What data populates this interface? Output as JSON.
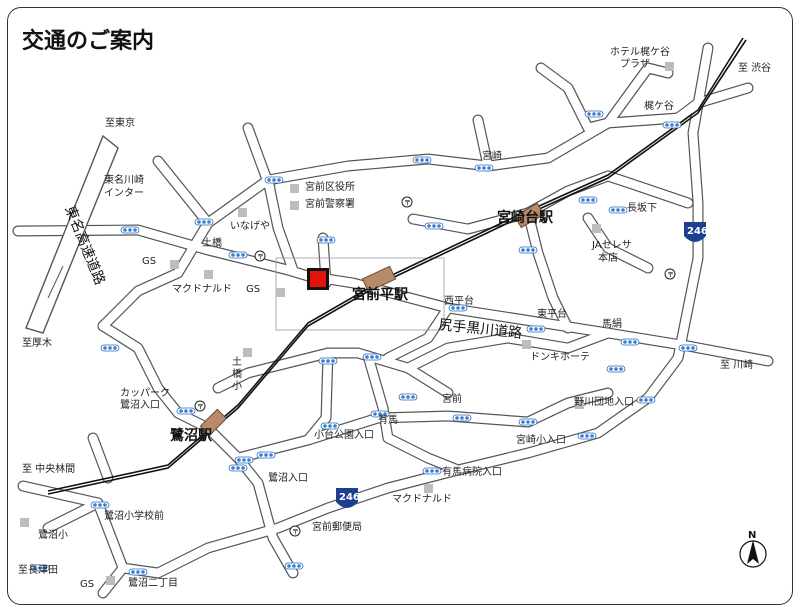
{
  "title": "交通のご案内",
  "north": "N",
  "colors": {
    "target": "#e3120b",
    "station": "#b98a6a",
    "route_shield": "#1d3f8f",
    "signal": "#3c7fcf"
  },
  "stations": {
    "miyamaedaira": "宮前平駅",
    "miyazakidai": "宮崎台駅",
    "saginuma": "鷺沼駅"
  },
  "roads": {
    "tomei_expressway": "東名高速道路",
    "shiritekurokawa": "尻手黒川道路",
    "route_246_north": "246",
    "route_246_south": "246"
  },
  "directions": {
    "to_shibuya": "至 渋谷",
    "to_tokyo": "至東京",
    "to_atsugi": "至厚木",
    "to_kawasaki": "至 川崎",
    "to_chuorinkan": "至 中央林間",
    "to_nagatsuta": "至長津田"
  },
  "labels": {
    "hotel_line1": "ホテル梶ケ谷",
    "hotel_line2": "プラザ",
    "kajigaya": "梶ケ谷",
    "miyazaki": "宮崎",
    "miyamae_ward_office": "宮前区役所",
    "miyamae_police": "宮前警察署",
    "tomei_kawasaki_line1": "東名川崎",
    "tomei_kawasaki_line2": "インター",
    "inageya": "いなげや",
    "tsuchihashi": "土橋",
    "gs_1": "GS",
    "mcdonalds_1": "マクドナルド",
    "gs_2": "GS",
    "nagasakashita": "長坂下",
    "ja_line1": "JAセレサ",
    "ja_line2": "本店",
    "nishiheidai": "西平台",
    "higashiheidai": "東平台",
    "arima": "馬絹",
    "donki": "ドンキホーテ",
    "tsuchihashi_sho_line1": "土",
    "tsuchihashi_sho_line2": "橋",
    "tsuchihashi_sho_line3": "小",
    "carpark_line1": "カッパーク",
    "carpark_line2": "鷺沼入口",
    "miyamae": "宮前",
    "nogawa_danchi": "野川団地入口",
    "arima_2": "有馬",
    "kodai_park": "小台公園入口",
    "miyazaki_sho": "宮崎小入口",
    "saginuma_entrance": "鷺沼入口",
    "arima_hospital": "有馬病院入口",
    "mcdonalds_2": "マクドナルド",
    "saginuma_sho_front": "鷺沼小学校前",
    "saginuma_sho": "鷺沼小",
    "post_office": "宮前郵便局",
    "gs_3": "GS",
    "saginuma_2chome": "鷺沼二丁目"
  }
}
